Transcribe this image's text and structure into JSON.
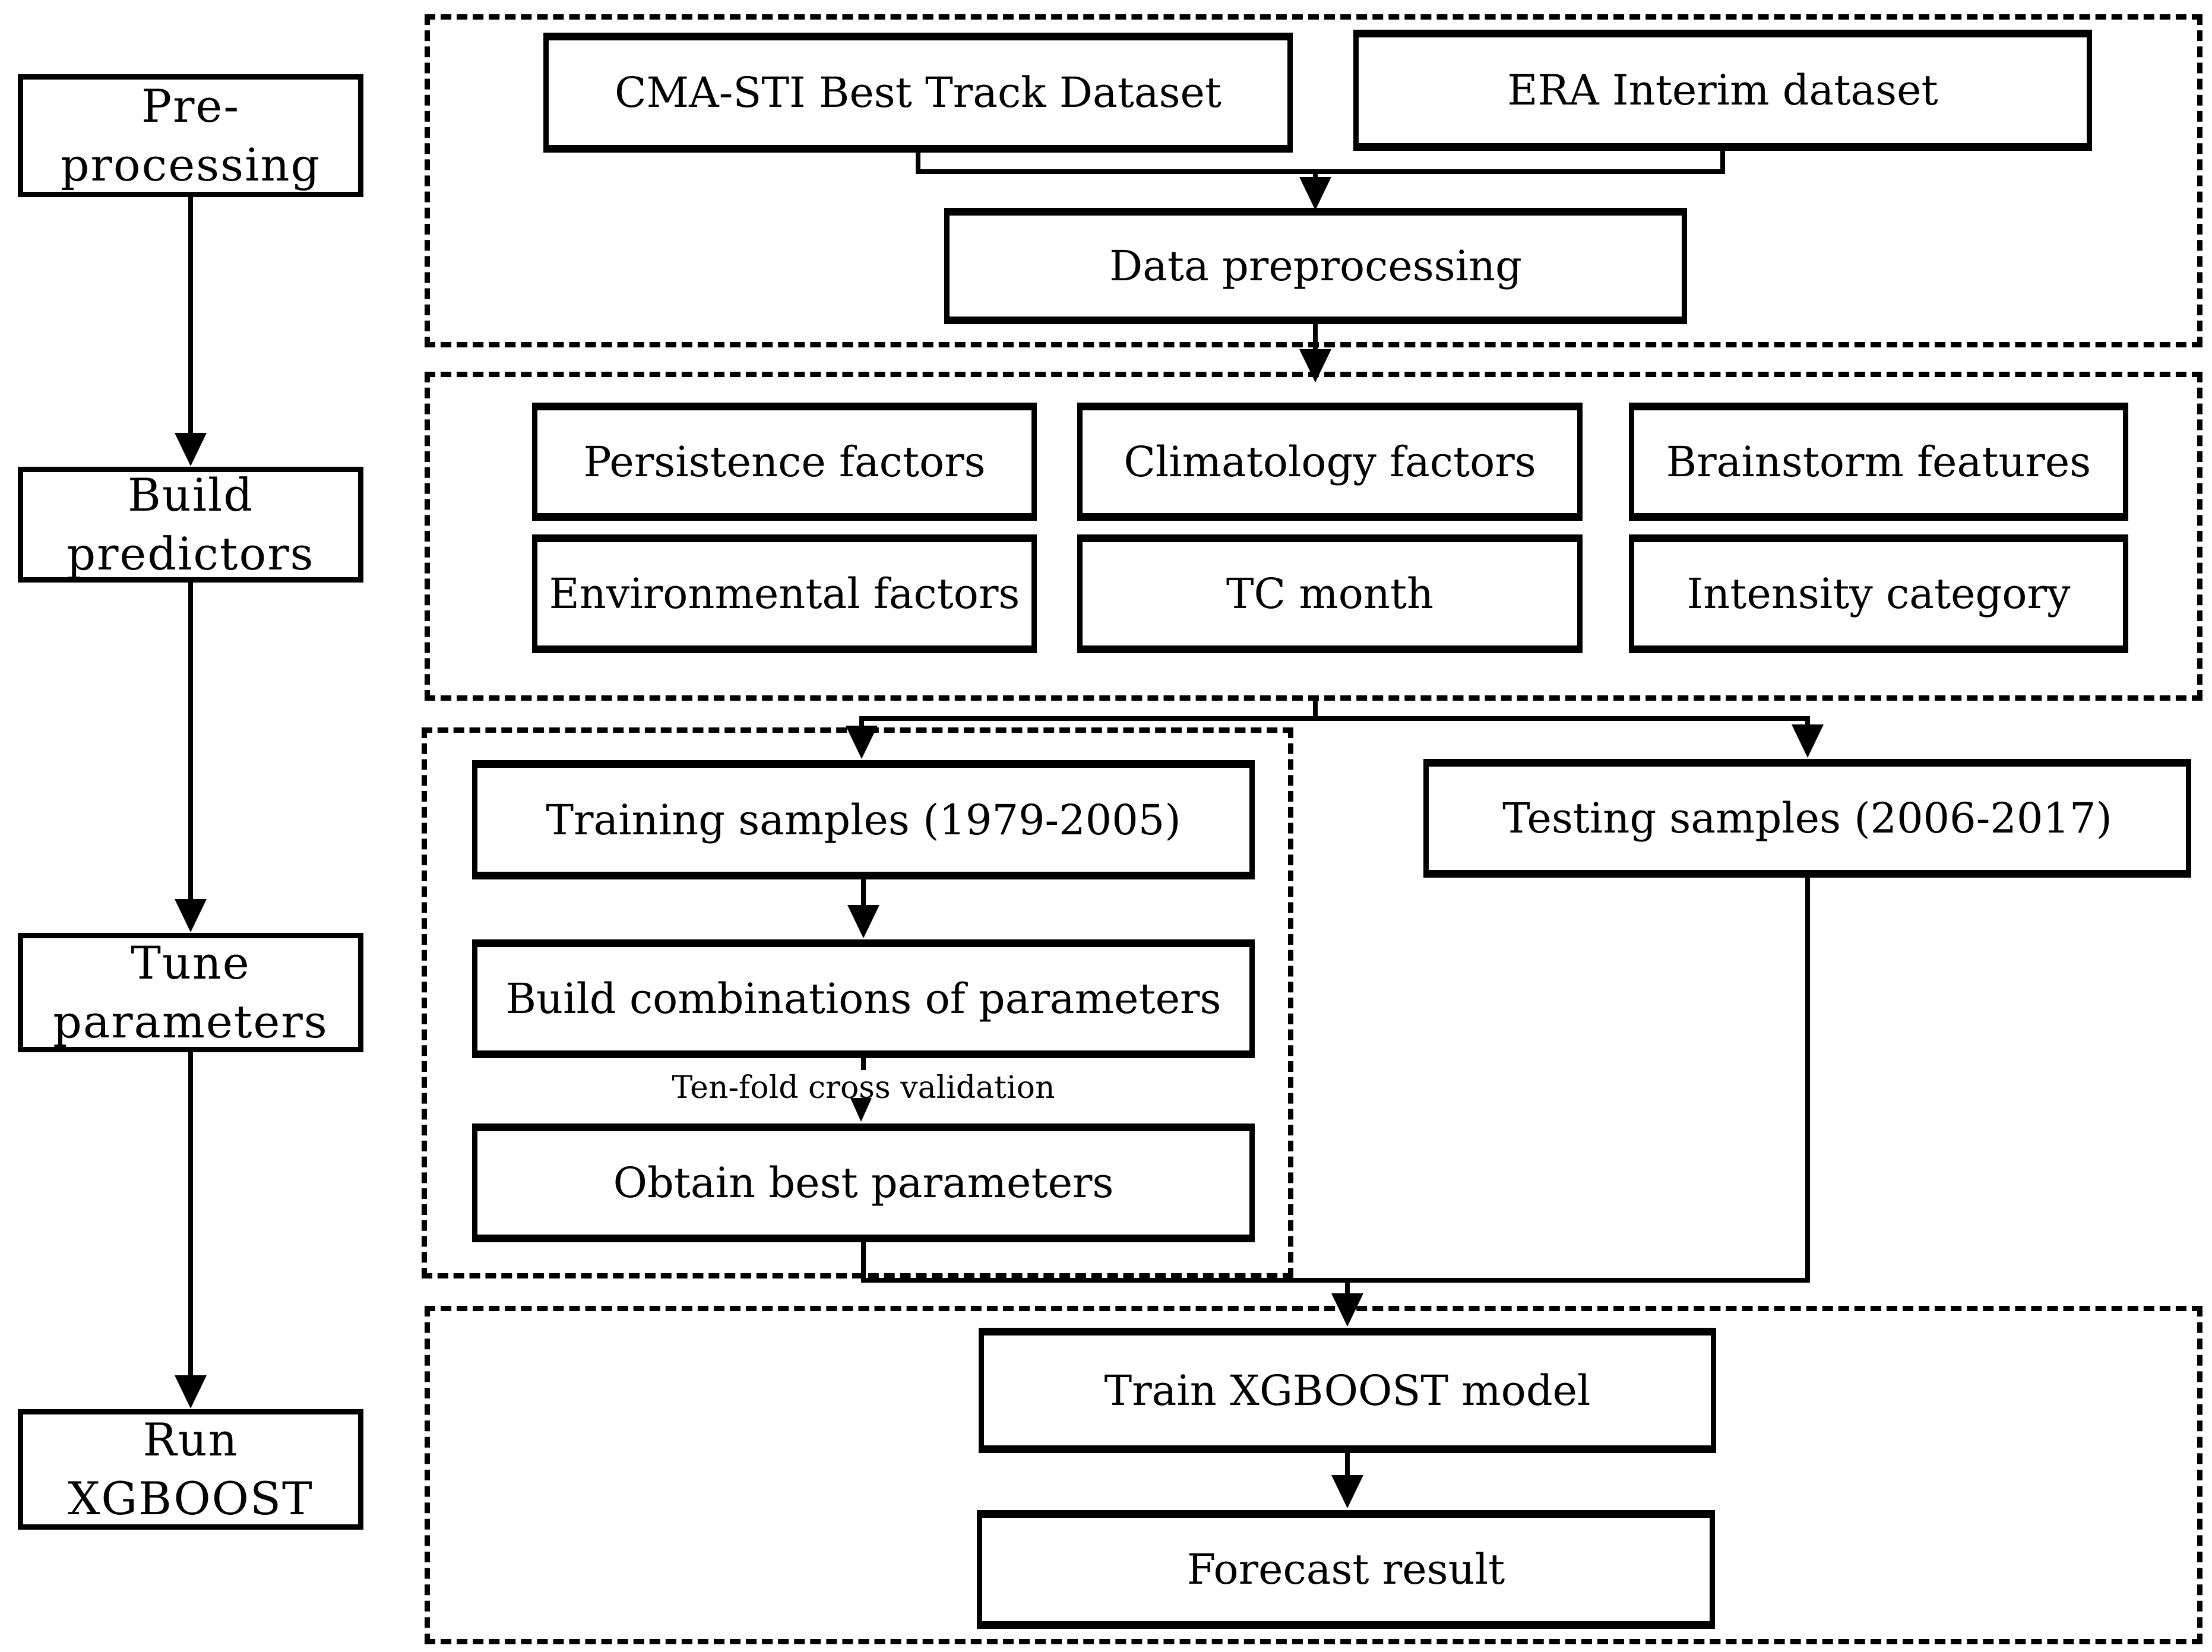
{
  "colors": {
    "stroke": "#000000",
    "background": "#ffffff"
  },
  "left_column": {
    "preprocessing": "Pre-processing",
    "build_predictors": "Build\npredictors",
    "tune_parameters": "Tune\nparameters",
    "run_xgboost": "Run XGBOOST"
  },
  "preprocessing_section": {
    "cma_dataset": "CMA-STI Best Track Dataset",
    "era_dataset": "ERA Interim dataset",
    "data_preprocessing": "Data preprocessing"
  },
  "predictors_section": {
    "persistence_factors": "Persistence factors",
    "climatology_factors": "Climatology factors",
    "brainstorm_features": "Brainstorm features",
    "environmental_factors": "Environmental factors",
    "tc_month": "TC month",
    "intensity_category": "Intensity category"
  },
  "tuning_section": {
    "training_samples": "Training samples (1979-2005)",
    "testing_samples": "Testing samples (2006-2017)",
    "build_combinations": "Build combinations of parameters",
    "cross_validation": "Ten-fold cross validation",
    "obtain_best_parameters": "Obtain best parameters"
  },
  "model_section": {
    "train_model": "Train XGBOOST model",
    "forecast_result": "Forecast result"
  }
}
